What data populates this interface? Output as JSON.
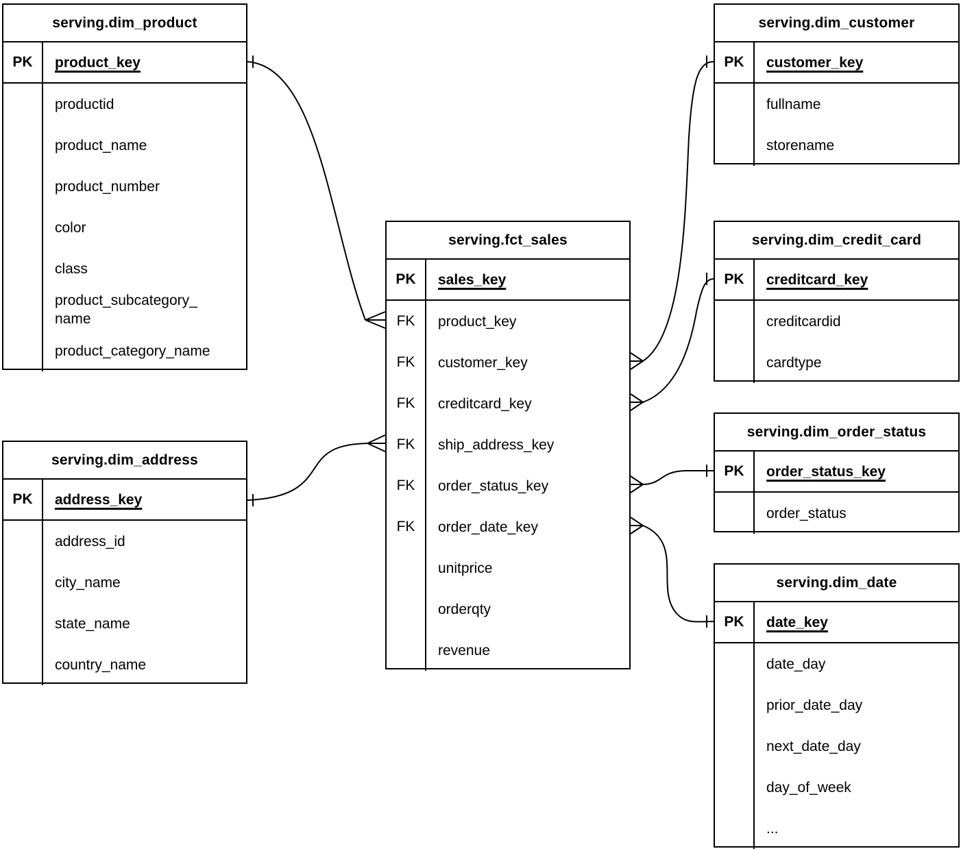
{
  "diagram": {
    "kind": "entity-relationship-diagram",
    "notation": "crow-foot",
    "colors": {
      "line": "#000000",
      "text": "#000000",
      "background": "#ffffff"
    },
    "badges": {
      "primary_key": "PK",
      "foreign_key": "FK"
    },
    "tables": [
      {
        "id": "dim_product",
        "title": "serving.dim_product",
        "key_row": {
          "badge": "PK",
          "name": "product_key"
        },
        "fields": [
          {
            "badge": "",
            "name": "productid"
          },
          {
            "badge": "",
            "name": "product_name"
          },
          {
            "badge": "",
            "name": "product_number"
          },
          {
            "badge": "",
            "name": "color"
          },
          {
            "badge": "",
            "name": "class"
          },
          {
            "badge": "",
            "name": "product_subcategory_name"
          },
          {
            "badge": "",
            "name": "product_category_name"
          }
        ]
      },
      {
        "id": "dim_customer",
        "title": "serving.dim_customer",
        "key_row": {
          "badge": "PK",
          "name": "customer_key"
        },
        "fields": [
          {
            "badge": "",
            "name": "fullname"
          },
          {
            "badge": "",
            "name": "storename"
          }
        ]
      },
      {
        "id": "fct_sales",
        "title": "serving.fct_sales",
        "key_row": {
          "badge": "PK",
          "name": "sales_key"
        },
        "fields": [
          {
            "badge": "FK",
            "name": "product_key"
          },
          {
            "badge": "FK",
            "name": "customer_key"
          },
          {
            "badge": "FK",
            "name": "creditcard_key"
          },
          {
            "badge": "FK",
            "name": "ship_address_key"
          },
          {
            "badge": "FK",
            "name": "order_status_key"
          },
          {
            "badge": "FK",
            "name": "order_date_key"
          },
          {
            "badge": "",
            "name": "unitprice"
          },
          {
            "badge": "",
            "name": "orderqty"
          },
          {
            "badge": "",
            "name": "revenue"
          }
        ]
      },
      {
        "id": "dim_credit_card",
        "title": "serving.dim_credit_card",
        "key_row": {
          "badge": "PK",
          "name": "creditcard_key"
        },
        "fields": [
          {
            "badge": "",
            "name": "creditcardid"
          },
          {
            "badge": "",
            "name": "cardtype"
          }
        ]
      },
      {
        "id": "dim_order_status",
        "title": "serving.dim_order_status",
        "key_row": {
          "badge": "PK",
          "name": "order_status_key"
        },
        "fields": [
          {
            "badge": "",
            "name": "order_status"
          }
        ]
      },
      {
        "id": "dim_date",
        "title": "serving.dim_date",
        "key_row": {
          "badge": "PK",
          "name": "date_key"
        },
        "fields": [
          {
            "badge": "",
            "name": "date_day"
          },
          {
            "badge": "",
            "name": "prior_date_day"
          },
          {
            "badge": "",
            "name": "next_date_day"
          },
          {
            "badge": "",
            "name": "day_of_week"
          },
          {
            "badge": "",
            "name": "..."
          }
        ]
      },
      {
        "id": "dim_address",
        "title": "serving.dim_address",
        "key_row": {
          "badge": "PK",
          "name": "address_key"
        },
        "fields": [
          {
            "badge": "",
            "name": "address_id"
          },
          {
            "badge": "",
            "name": "city_name"
          },
          {
            "badge": "",
            "name": "state_name"
          },
          {
            "badge": "",
            "name": "country_name"
          }
        ]
      }
    ],
    "relationships": [
      {
        "id": "fct_sales_product",
        "many": {
          "table": "serving.fct_sales",
          "field": "product_key"
        },
        "one": {
          "table": "serving.dim_product",
          "field": "product_key"
        }
      },
      {
        "id": "fct_sales_customer",
        "many": {
          "table": "serving.fct_sales",
          "field": "customer_key"
        },
        "one": {
          "table": "serving.dim_customer",
          "field": "customer_key"
        }
      },
      {
        "id": "fct_sales_creditcard",
        "many": {
          "table": "serving.fct_sales",
          "field": "creditcard_key"
        },
        "one": {
          "table": "serving.dim_credit_card",
          "field": "creditcard_key"
        }
      },
      {
        "id": "fct_sales_order_status",
        "many": {
          "table": "serving.fct_sales",
          "field": "order_status_key"
        },
        "one": {
          "table": "serving.dim_order_status",
          "field": "order_status_key"
        }
      },
      {
        "id": "fct_sales_order_date",
        "many": {
          "table": "serving.fct_sales",
          "field": "order_date_key"
        },
        "one": {
          "table": "serving.dim_date",
          "field": "date_key"
        }
      },
      {
        "id": "fct_sales_ship_address",
        "many": {
          "table": "serving.fct_sales",
          "field": "ship_address_key"
        },
        "one": {
          "table": "serving.dim_address",
          "field": "address_key"
        }
      }
    ]
  }
}
